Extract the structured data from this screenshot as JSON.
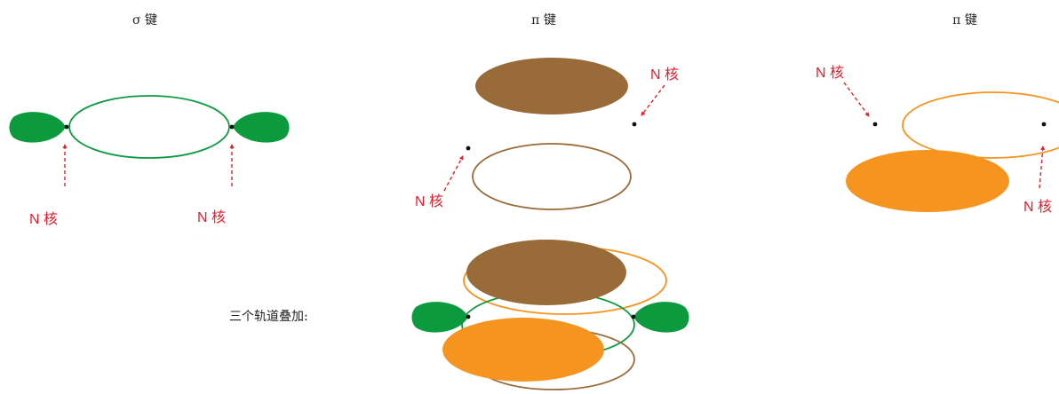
{
  "titles": {
    "sigma": "σ 键",
    "pi_1": "π 键",
    "pi_2": "π 键"
  },
  "nucleus_label": "N 核",
  "overlap_caption": "三个轨道叠加:",
  "colors": {
    "sigma_green": "#0c9a3f",
    "pi_brown": "#996b38",
    "pi_orange": "#f5941f",
    "arrow_red": "#e2202e",
    "nucleus_black": "#111111"
  }
}
